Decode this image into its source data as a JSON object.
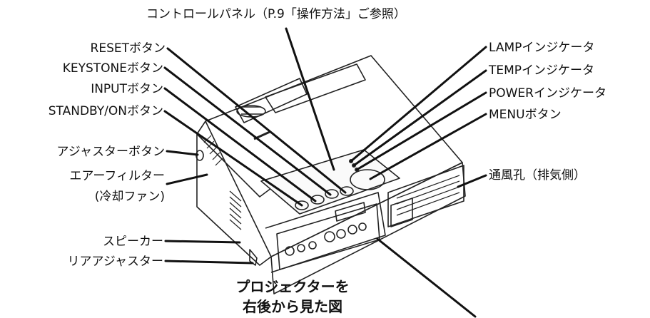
{
  "labels": {
    "control_panel": "コントロールパネル（P.9「操作方法」ご参照）",
    "reset": "RESETボタン",
    "keystone": "KEYSTONEボタン",
    "input": "INPUTボタン",
    "standby": "STANDBY/ONボタン",
    "adjuster": "アジャスターボタン",
    "air_filter": "エアーフィルター",
    "air_filter_sub": "(冷却ファン)",
    "speaker": "スピーカー",
    "rear_adjuster": "リアアジャスター",
    "lamp": "LAMPインジケータ",
    "temp": "TEMPインジケータ",
    "power": "POWERインジケータ",
    "menu": "MENUボタン",
    "vent": "通風孔（排気側）"
  },
  "caption": {
    "line1": "プロジェクターを",
    "line2": "右後から見た図"
  }
}
